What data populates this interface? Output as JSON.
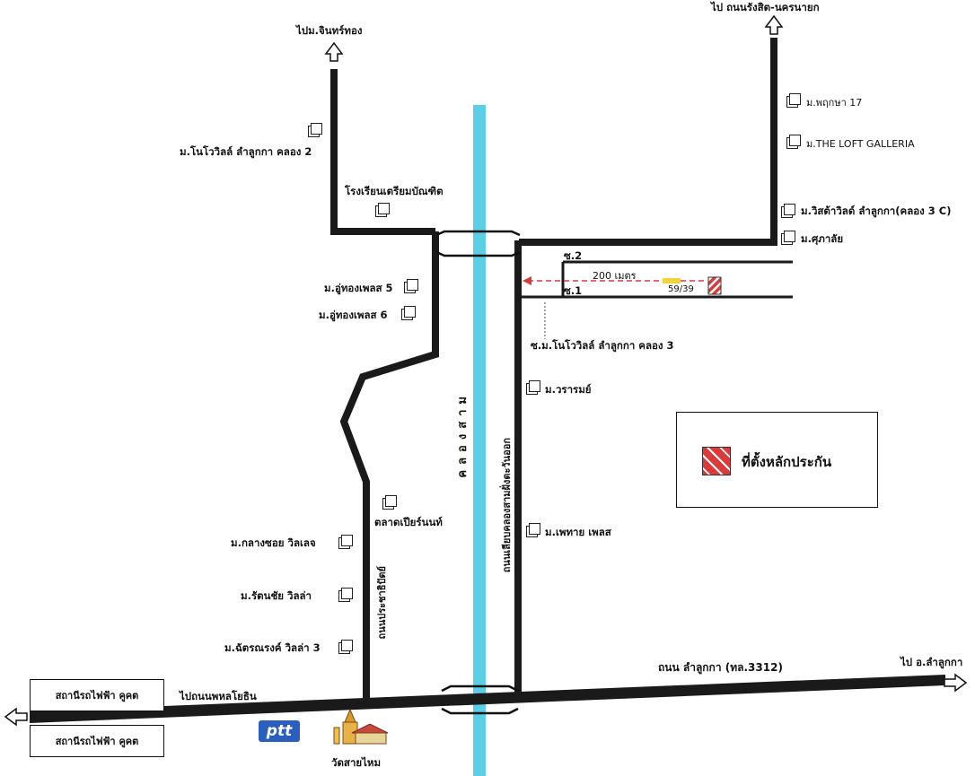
{
  "colors": {
    "road": "#1a1a1a",
    "canal": "#5bcfe6",
    "marker_red": "#d93a3a",
    "route_dash": "#d93a3a",
    "ptt": "#2a5fc0"
  },
  "labels": {
    "to_mintorn": "ไปม.จินทร์ทอง",
    "to_rangsit": "ไป ถนนรังสิต-นครนายก",
    "novawill_k2": "ม.โนโววิลล์ ลำลูกกา คลอง 2",
    "school": "โรงเรียนเตรียมบัณฑิต",
    "phruksa": "ม.พฤกษา 17",
    "loft": "ม.THE LOFT GALLERIA",
    "vista": "ม.วิสต้าวิลด์ ลำลูกกา(คลอง 3 C)",
    "supalai": "ม.ศุภาลัย",
    "soi2": "ซ.2",
    "soi1": "ซ.1",
    "distance": "200 เมตร",
    "house_no": "59/39",
    "utong5": "ม.อู่ทองเพลส 5",
    "utong6": "ม.อู่ทองเพลส 6",
    "soi_novawill_k3": "ซ.ม.โนโววิลล์ ลำลูกกา คลอง 3",
    "wararom": "ม.วรารมย์",
    "canal": "คลองสาม",
    "canal_road": "ถนนเลียบคลองสามฝั่งตะวันออก",
    "market": "ตลาดเปียร์นนท์",
    "petai": "ม.เพทาย เพลส",
    "klangsoi": "ม.กลางซอย วิลเลจ",
    "rattanachai": "ม.รัตนชัย วิลล่า",
    "chatnarong": "ม.ฉัตรณรงค์ วิลล่า 3",
    "prachathip_road": "ถนนประชาธิปัตย์",
    "to_phahon": "ไปถนนพหลโยธิน",
    "lamlukka_road": "ถนน ลำลูกกา (ทล.3312)",
    "to_lamlukka": "ไป อ.ลำลูกกา",
    "station_top": "สถานีรถไฟฟ้า คูคต",
    "station_bottom": "สถานีรถไฟฟ้า คูคต",
    "ptt": "ptt",
    "temple": "วัดสายไหม"
  },
  "legend": {
    "text": "ที่ตั้งหลักประกัน"
  }
}
